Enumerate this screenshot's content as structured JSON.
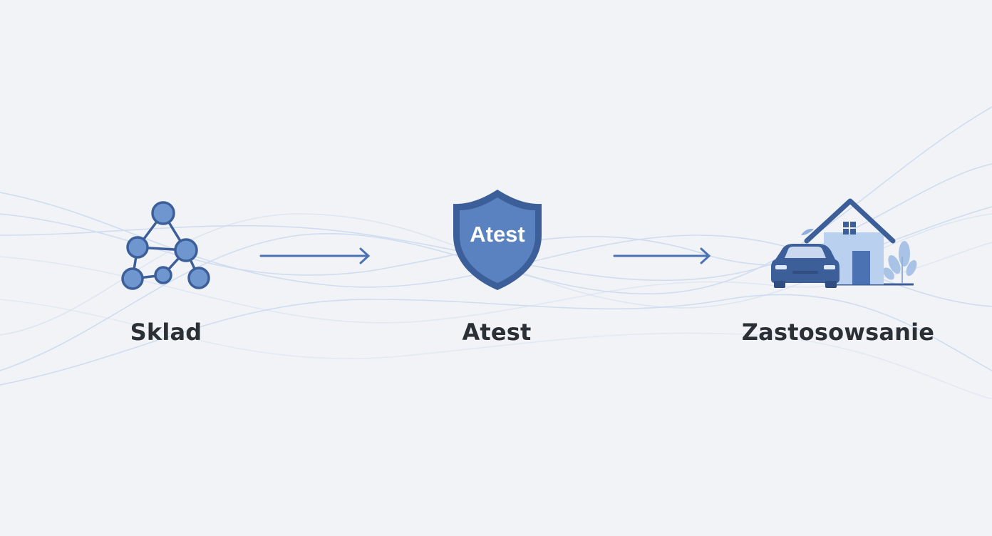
{
  "colors": {
    "background": "#f1f3f6",
    "accent": "#4b73b4",
    "accent_dark": "#3c5f9a",
    "accent_light": "#a9c3e6",
    "wave": "#c9d8ef",
    "text": "#2b2f36"
  },
  "steps": [
    {
      "label": "Sklad",
      "icon": "molecule-network-icon"
    },
    {
      "label": "Atest",
      "icon": "shield-icon",
      "badge_text": "Atest"
    },
    {
      "label": "Zastosowsanie",
      "icon": "house-car-icon"
    }
  ],
  "connectors": [
    {
      "icon": "arrow-right-icon"
    },
    {
      "icon": "arrow-right-icon"
    }
  ]
}
